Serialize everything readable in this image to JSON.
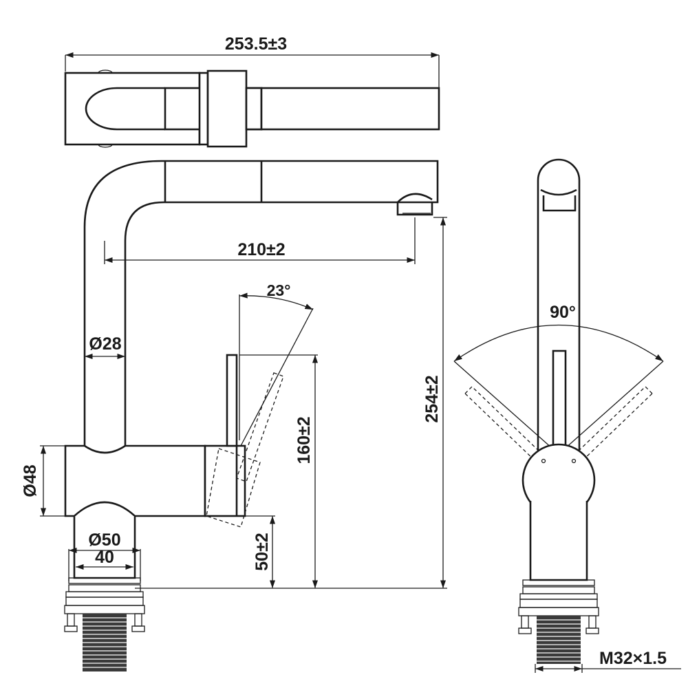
{
  "drawing": {
    "dimensions": {
      "overall_length": "253.5±3",
      "spout_reach": "210±2",
      "spout_angle": "23°",
      "swivel_angle": "90°",
      "tube_diameter": "Ø28",
      "body_diameter": "Ø48",
      "base_diameter": "Ø50",
      "base_width": "40",
      "handle_height": "160±2",
      "overall_height": "254±2",
      "base_height": "50±2",
      "thread": "M32×1.5"
    }
  }
}
